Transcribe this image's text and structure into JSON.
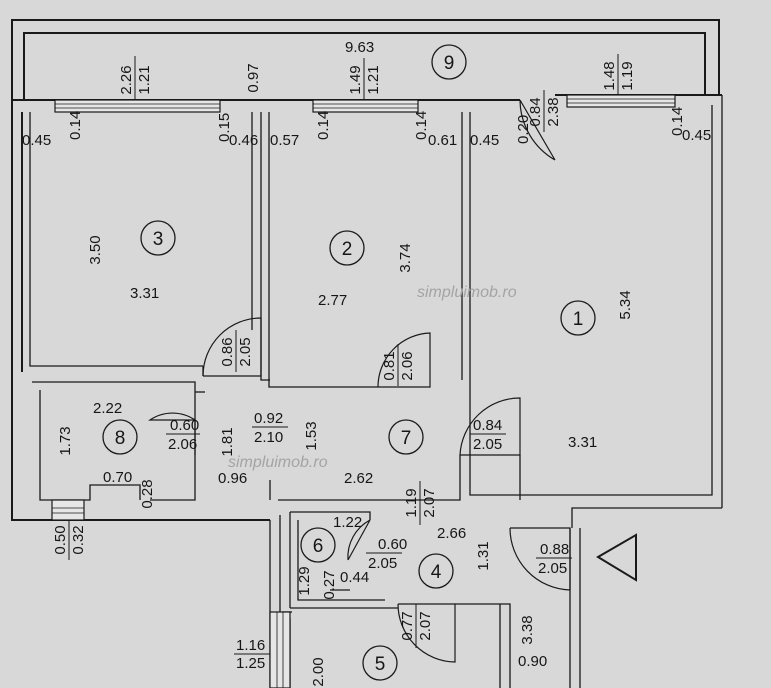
{
  "rooms": [
    {
      "id": "9",
      "width": "9.63"
    },
    {
      "id": "3",
      "dim_a": "3.50",
      "dim_b": "3.31"
    },
    {
      "id": "2",
      "dim_a": "3.74",
      "dim_b": "2.77"
    },
    {
      "id": "1",
      "dim_a": "5.34",
      "dim_b": "3.31"
    },
    {
      "id": "7",
      "dim_a": "1.53",
      "dim_b": "2.62",
      "dim_c": "1.81",
      "dim_d": "0.96"
    },
    {
      "id": "8",
      "dim_a": "2.22",
      "dim_b": "1.73",
      "dim_c": "0.70",
      "dim_d": "0.28"
    },
    {
      "id": "6",
      "dim_a": "1.22",
      "dim_b": "1.29",
      "dim_c": "0.27",
      "dim_d": "0.44"
    },
    {
      "id": "4",
      "dim_a": "2.66",
      "dim_b": "1.31"
    },
    {
      "id": "5",
      "dim_a": "2.00",
      "dim_b": "3.38",
      "dim_c": "0.90"
    }
  ],
  "openings": {
    "win_room3": {
      "top": "2.26",
      "bottom": "1.21"
    },
    "win_room2": {
      "top": "1.49",
      "bottom": "1.21"
    },
    "win_room1": {
      "top": "1.48",
      "bottom": "1.19"
    },
    "door_balcony": {
      "top": "0.84",
      "bottom": "2.38"
    },
    "door_room3": {
      "top": "0.86",
      "bottom": "2.05"
    },
    "door_room2": {
      "top": "0.81",
      "bottom": "2.06"
    },
    "door_room8": {
      "top": "0.60",
      "bottom": "2.06"
    },
    "door_hall": {
      "top": "0.92",
      "bottom": "2.10"
    },
    "door_room1": {
      "top": "0.84",
      "bottom": "2.05"
    },
    "door_kitchen": {
      "top": "1.19",
      "bottom": "2.07"
    },
    "door_room6": {
      "top": "0.60",
      "bottom": "2.05"
    },
    "door_entrance": {
      "top": "0.88",
      "bottom": "2.05"
    },
    "door_room5": {
      "top": "0.77",
      "bottom": "2.07"
    },
    "win_room8": {
      "top": "0.50",
      "bottom": "0.32"
    },
    "win_room5": {
      "top": "1.16",
      "bottom": "1.25"
    }
  },
  "pier_labels": {
    "p_045_left": "0.45",
    "p_014_a": "0.14",
    "p_015": "0.15",
    "p_046": "0.46",
    "p_057": "0.57",
    "p_014_b": "0.14",
    "p_014_c": "0.14",
    "p_061": "0.61",
    "p_045_mid": "0.45",
    "p_020": "0.20",
    "p_014_d": "0.14",
    "p_045_right": "0.45",
    "balcony_097": "0.97"
  },
  "watermark": "simpluimob.ro"
}
